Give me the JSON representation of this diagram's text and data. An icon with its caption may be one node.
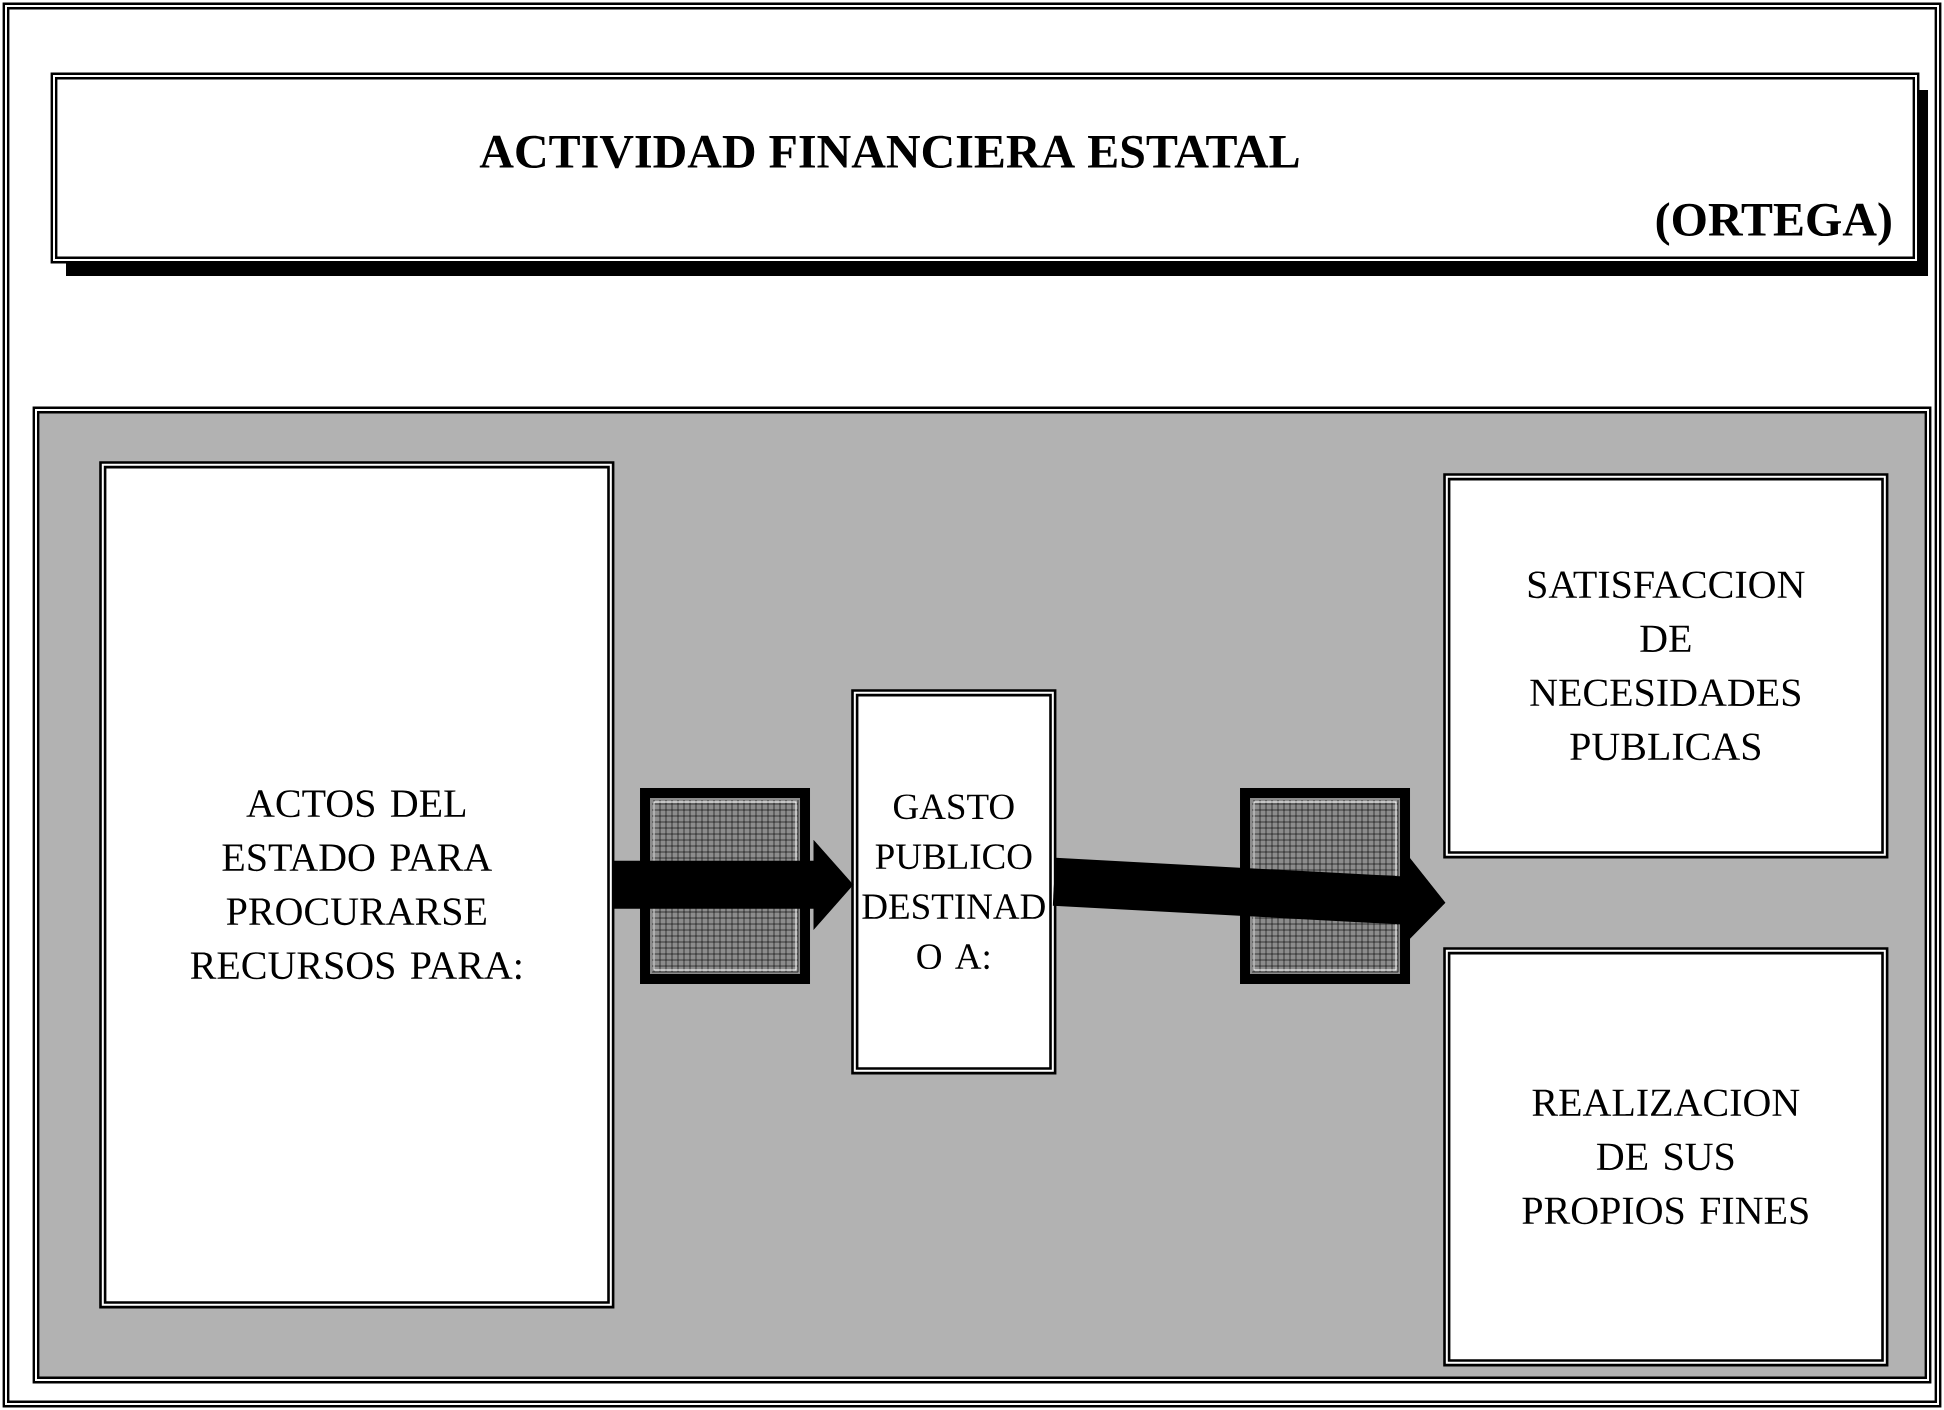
{
  "diagram": {
    "nodes": [
      {
        "text": [
          "ACTIVIDAD FINANCIERA ESTATAL",
          "(ORTEGA)"
        ]
      },
      {
        "text": [],
        "shape": "box"
      },
      {
        "text": [
          "ACTOS DEL ESTADO PARA PROCURARSE RECURSOS PARA:"
        ],
        "in": 1
      },
      {
        "text": [
          "GASTO PUBLICO DESTINAD O A:"
        ],
        "in": 1
      },
      {
        "text": [
          "SATISFACCION DE NECESIDADES PUBLICAS"
        ],
        "in": 1
      },
      {
        "text": [
          "REALIZACION DE SUS PROPIOS FINES"
        ],
        "in": 1
      }
    ],
    "edges": [
      {
        "from": 2,
        "to": 3,
        "arrow": "to"
      },
      {
        "from": 3,
        "to": 4,
        "arrow": "to"
      },
      {
        "from": 3,
        "to": 5,
        "arrow": "to"
      }
    ]
  }
}
